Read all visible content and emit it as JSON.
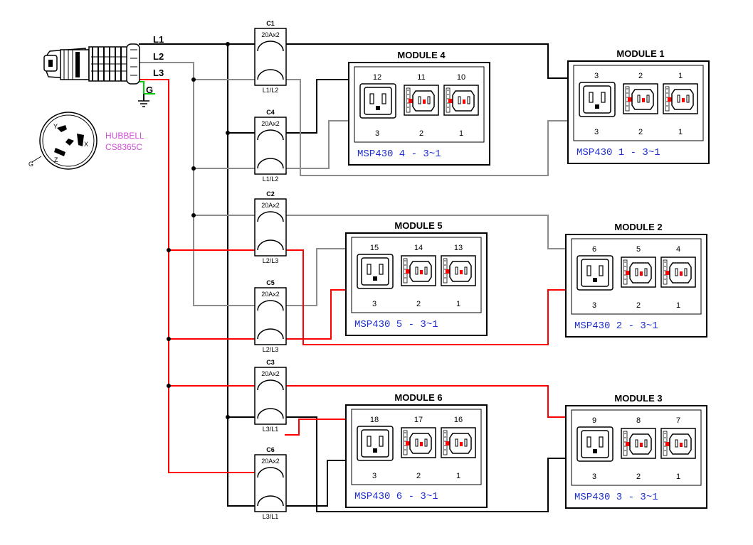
{
  "colors": {
    "l1": "#000000",
    "l2": "#8c8c8c",
    "l3": "#ff0000",
    "ground": "#00cc00",
    "plug_label": "#d14fd6",
    "module_label": "#1f2ecf",
    "indicator": "#ff0000"
  },
  "plug": {
    "line_labels": [
      "L1",
      "L2",
      "L3"
    ],
    "ground_label": "G",
    "face_pins": {
      "y": "Y",
      "x": "X",
      "z": "Z",
      "g": "G"
    },
    "model_line1": "HUBBELL",
    "model_line2": "CS8365C"
  },
  "breakers": [
    {
      "id": "C1",
      "rating": "20Ax2",
      "phases": "L1/L2"
    },
    {
      "id": "C4",
      "rating": "20Ax2",
      "phases": "L1/L2"
    },
    {
      "id": "C2",
      "rating": "20Ax2",
      "phases": "L2/L3"
    },
    {
      "id": "C5",
      "rating": "20Ax2",
      "phases": "L2/L3"
    },
    {
      "id": "C3",
      "rating": "20Ax2",
      "phases": "L3/L1"
    },
    {
      "id": "C6",
      "rating": "20Ax2",
      "phases": "L3/L1"
    }
  ],
  "modules": [
    {
      "title": "MODULE 4",
      "label": "MSP430  4 - 3~1",
      "outlets": [
        "12",
        "11",
        "10"
      ],
      "bottom": [
        "3",
        "2",
        "1"
      ]
    },
    {
      "title": "MODULE 1",
      "label": "MSP430  1 - 3~1",
      "outlets": [
        "3",
        "2",
        "1"
      ],
      "bottom": [
        "3",
        "2",
        "1"
      ]
    },
    {
      "title": "MODULE 5",
      "label": "MSP430  5 - 3~1",
      "outlets": [
        "15",
        "14",
        "13"
      ],
      "bottom": [
        "3",
        "2",
        "1"
      ]
    },
    {
      "title": "MODULE 2",
      "label": "MSP430  2 - 3~1",
      "outlets": [
        "6",
        "5",
        "4"
      ],
      "bottom": [
        "3",
        "2",
        "1"
      ]
    },
    {
      "title": "MODULE 6",
      "label": "MSP430  6 - 3~1",
      "outlets": [
        "18",
        "17",
        "16"
      ],
      "bottom": [
        "3",
        "2",
        "1"
      ]
    },
    {
      "title": "MODULE 3",
      "label": "MSP430  3 - 3~1",
      "outlets": [
        "9",
        "8",
        "7"
      ],
      "bottom": [
        "3",
        "2",
        "1"
      ]
    }
  ]
}
